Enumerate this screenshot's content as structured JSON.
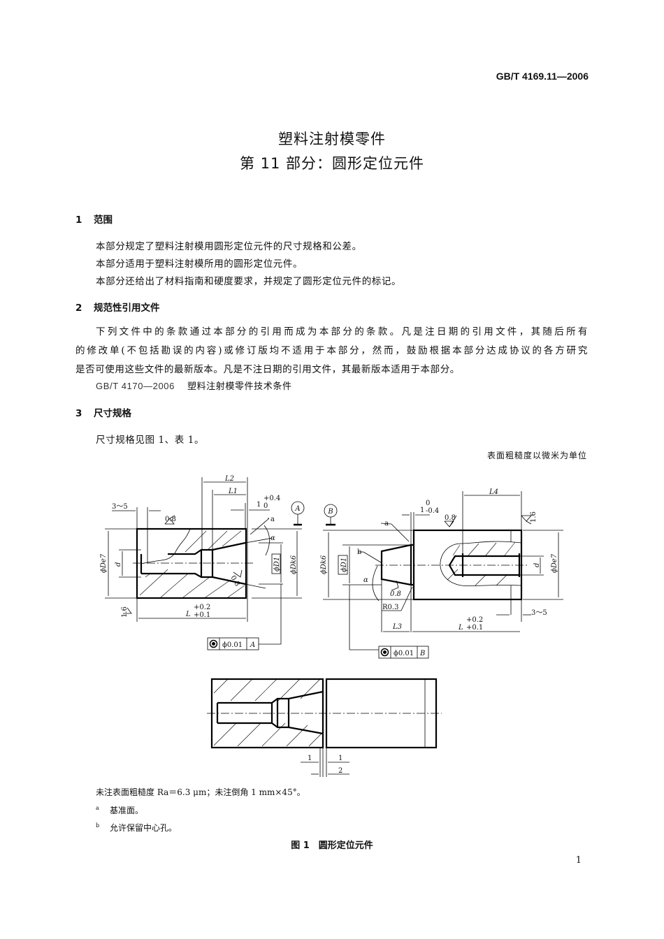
{
  "header": {
    "standard_number": "GB/T 4169.11—2006"
  },
  "title": {
    "line1": "塑料注射模零件",
    "line2": "第 11 部分：圆形定位元件"
  },
  "sections": [
    {
      "number": "1",
      "heading": "范围",
      "paragraphs": [
        "本部分规定了塑料注射模用圆形定位元件的尺寸规格和公差。",
        "本部分适用于塑料注射模所用的圆形定位元件。",
        "本部分还给出了材料指南和硬度要求，并规定了圆形定位元件的标记。"
      ]
    },
    {
      "number": "2",
      "heading": "规范性引用文件",
      "lines": [
        "下列文件中的条款通过本部分的引用而成为本部分的条款。凡是注日期的引用文件，其随后所有",
        "的修改单(不包括勘误的内容)或修订版均不适用于本部分，然而，鼓励根据本部分达成协议的各方研究",
        "是否可使用这些文件的最新版本。凡是不注日期的引用文件，其最新版本适用于本部分。"
      ],
      "reference": {
        "code": "GB/T 4170—2006",
        "title": "塑料注射模零件技术条件"
      }
    },
    {
      "number": "3",
      "heading": "尺寸规格",
      "paragraphs": [
        "尺寸规格见图 1、表 1。"
      ]
    }
  ],
  "unit_note": "表面粗糙度以微米为单位",
  "figure": {
    "left_part": {
      "labels": {
        "L2": "L2",
        "L1": "L1",
        "range": "3～5",
        "tol_1": "1",
        "tol_1_up": "+0.4",
        "tol_1_lo": "0",
        "datum": "A",
        "a": "a",
        "alpha": "α",
        "ra08_top": "0.8",
        "ra08_cone": "0.8",
        "ra16": "1.6",
        "De7": "ϕDe7",
        "d": "d",
        "D1": "ϕD1",
        "Dk6": "ϕDk6",
        "L": "L",
        "L_up": "+0.2",
        "L_lo": "+0.1"
      },
      "tolerance_frame": {
        "symbol": "concentricity",
        "value": "ϕ0.01",
        "datum": "A"
      }
    },
    "right_part": {
      "labels": {
        "datum": "B",
        "L4": "L4",
        "tol_1": "1",
        "tol_1_up": "0",
        "tol_1_lo": "-0.4",
        "ra08_top": "0.8",
        "ra16": "1.6",
        "a": "a",
        "b": "b",
        "Dk6": "ϕDk6",
        "D1": "ϕD1",
        "alpha": "α",
        "ra08_cone": "0.8",
        "R": "R0.3",
        "d": "d",
        "De7": "ϕDe7",
        "range": "3～5",
        "L3": "L3",
        "L": "L",
        "L_up": "+0.2",
        "L_lo": "+0.1"
      },
      "tolerance_frame": {
        "symbol": "concentricity",
        "value": "ϕ0.01",
        "datum": "B"
      }
    },
    "assembly": {
      "labels": {
        "dim1_left": "1",
        "dim1_right": "1",
        "dim2": "2"
      }
    },
    "notes": {
      "general": "未注表面粗糙度 Ra＝6.3 μm；未注倒角 1 mm×45°。",
      "footnotes": [
        {
          "mark": "a",
          "text": "基准面。"
        },
        {
          "mark": "b",
          "text": "允许保留中心孔。"
        }
      ]
    },
    "caption": "图 1　圆形定位元件"
  },
  "page_number": "1"
}
